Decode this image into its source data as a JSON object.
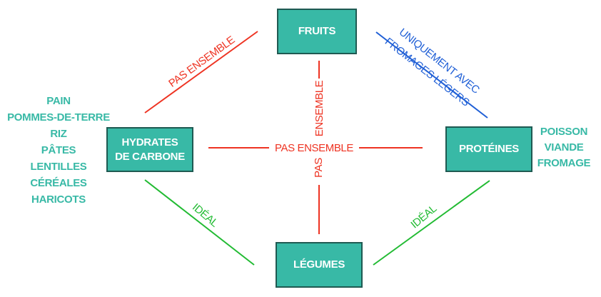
{
  "nodes": {
    "fruits": "FRUITS",
    "carbs_line1": "HYDRATES",
    "carbs_line2": "DE CARBONE",
    "proteins": "PROTÉINES",
    "vegetables": "LÉGUMES"
  },
  "carb_examples": [
    "PAIN",
    "POMMES-DE-TERRE",
    "RIZ",
    "PÂTES",
    "LENTILLES",
    "CÉRÉALES",
    "HARICOTS"
  ],
  "protein_examples": [
    "POISSON",
    "VIANDE",
    "FROMAGE"
  ],
  "relations": {
    "fruits_carbs": "PAS ENSEMBLE",
    "fruits_proteins_line1": "UNIQUEMENT AVEC",
    "fruits_proteins_line2": "FROMAGES LÉGERS",
    "carbs_proteins": "PAS ENSEMBLE",
    "fruits_vegetables_upper": "ENSEMBLE",
    "fruits_vegetables_lower": "PAS",
    "carbs_vegetables": "IDÉAL",
    "proteins_vegetables": "IDÉAL"
  },
  "colors": {
    "box_fill": "#38b9a6",
    "box_border": "#1f5a52",
    "not_together": "#ee3322",
    "conditional": "#1f5fd6",
    "ideal": "#22bb33"
  }
}
